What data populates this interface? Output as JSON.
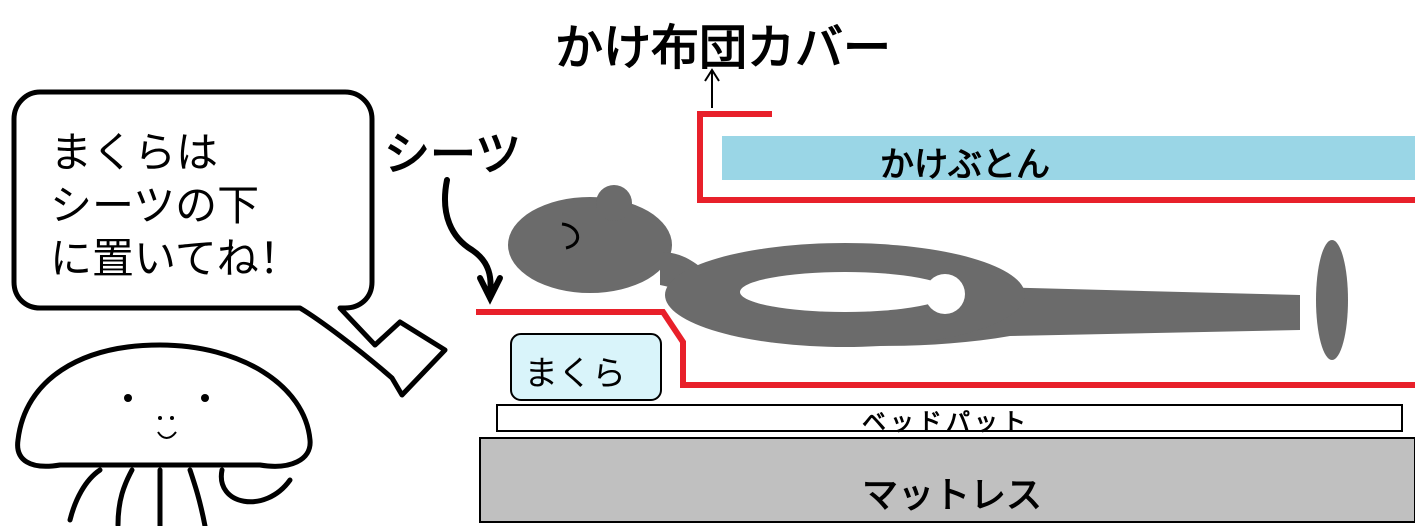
{
  "labels": {
    "cover": "かけ布団カバー",
    "sheet": "シーツ",
    "speech_lines": [
      "まくらは",
      "シーツの下",
      "に置いてね！"
    ],
    "futon": "かけぶとん",
    "pillow": "まくら",
    "bedpad": "ベッドパット",
    "mattress": "マットレス"
  },
  "colors": {
    "cover_line": "#e8202a",
    "futon_fill": "#9ad6e6",
    "person_fill": "#6b6b6b",
    "pillow_fill": "#d9f4fa",
    "mattress_fill": "#c0c0c0",
    "outline": "#000000"
  },
  "icons": [
    "jellyfish-character",
    "speech-bubble",
    "up-arrow-icon",
    "curved-down-arrow-icon",
    "outline-arrow-icon"
  ]
}
